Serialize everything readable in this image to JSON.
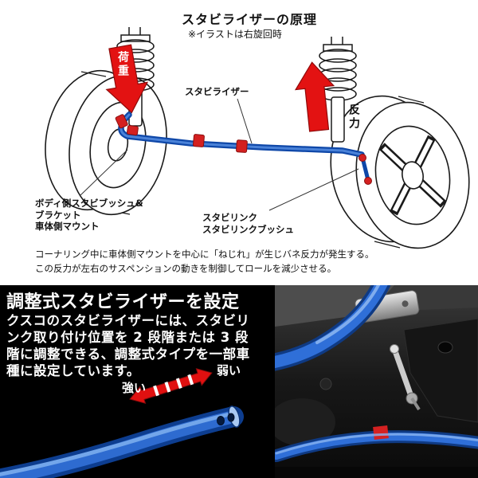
{
  "top": {
    "title": "スタビライザーの原理",
    "note": "※イラストは右旋回時",
    "load_label": "荷重",
    "reaction_label": "反力",
    "stabilizer_label": "スタビライザー",
    "mount_label_lines": [
      "ボディ側スタビブッシュ&",
      "ブラケット",
      "車体側マウント"
    ],
    "link_label_lines": [
      "スタビリンク",
      "スタビリンクブッシュ"
    ],
    "caption_lines": [
      "コーナリング中に車体側マウントを中心に「ねじれ」が生じバネ反力が発生する。",
      "この反力が左右のサスペンションの動きを制御してロールを減少させる。"
    ]
  },
  "bottom": {
    "heading": "調整式スタビライザーを設定",
    "body_lines": [
      "クスコのスタビライザーには、スタビリ",
      "ンク取り付け位置を 2 段階または 3 段",
      "階に調整できる、調整式タイプを一部車",
      "種に設定しています。"
    ],
    "strong_label": "強い",
    "weak_label": "弱い"
  },
  "colors": {
    "stabilizer_blue": "#1e56b8",
    "arrow_red": "#e01010",
    "bracket_red": "#d42020",
    "line_black": "#1a1a1a",
    "bottom_background": "#000000"
  }
}
